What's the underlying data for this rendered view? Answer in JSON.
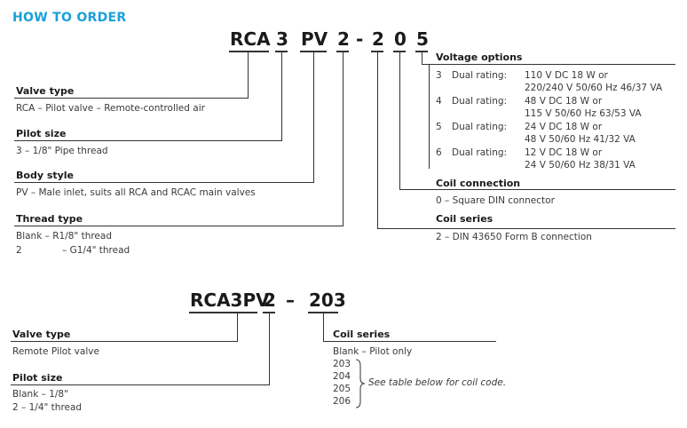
{
  "heading": "HOW TO ORDER",
  "top": {
    "code": [
      "RCA",
      "3",
      "PV",
      "2",
      "-",
      "2",
      "0",
      "5"
    ],
    "valve_type": {
      "title": "Valve type",
      "text": "RCA – Pilot valve – Remote-controlled air"
    },
    "pilot_size": {
      "title": "Pilot size",
      "text": "3 – 1/8\" Pipe thread"
    },
    "body_style": {
      "title": "Body style",
      "text": "PV – Male inlet, suits all RCA and RCAC main valves"
    },
    "thread_type": {
      "title": "Thread type",
      "line1": "Blank –  R1/8\" thread",
      "line2_code": "2",
      "line2_text": "–  G1/4\" thread"
    },
    "voltage": {
      "title": "Voltage options",
      "options": [
        {
          "num": "3",
          "label": "Dual rating:",
          "l1": "110 V DC 18 W    or",
          "l2": "220/240 V 50/60 Hz 46/37 VA"
        },
        {
          "num": "4",
          "label": "Dual rating:",
          "l1": "48 V DC 18 W      or",
          "l2": "115 V 50/60 Hz 63/53 VA"
        },
        {
          "num": "5",
          "label": "Dual rating:",
          "l1": "24 V DC 18 W      or",
          "l2": "48 V 50/60 Hz 41/32 VA"
        },
        {
          "num": "6",
          "label": "Dual rating:",
          "l1": "12 V DC 18 W      or",
          "l2": "24 V 50/60 Hz 38/31 VA"
        }
      ]
    },
    "coil_connection": {
      "title": "Coil connection",
      "text": "0 – Square DIN connector"
    },
    "coil_series": {
      "title": "Coil series",
      "text": "2 – DIN 43650 Form B connection"
    }
  },
  "bottom": {
    "code": [
      "RCA3PV",
      "2",
      "–",
      "203"
    ],
    "valve_type": {
      "title": "Valve type",
      "text": "Remote Pilot valve"
    },
    "pilot_size": {
      "title": "Pilot size",
      "line1": "Blank – 1/8\"",
      "line2": "2 – 1/4\" thread"
    },
    "coil_series": {
      "title": "Coil series",
      "text": "Blank – Pilot only",
      "codes": [
        "203",
        "204",
        "205",
        "206"
      ],
      "note": "See table below for coil code."
    }
  }
}
